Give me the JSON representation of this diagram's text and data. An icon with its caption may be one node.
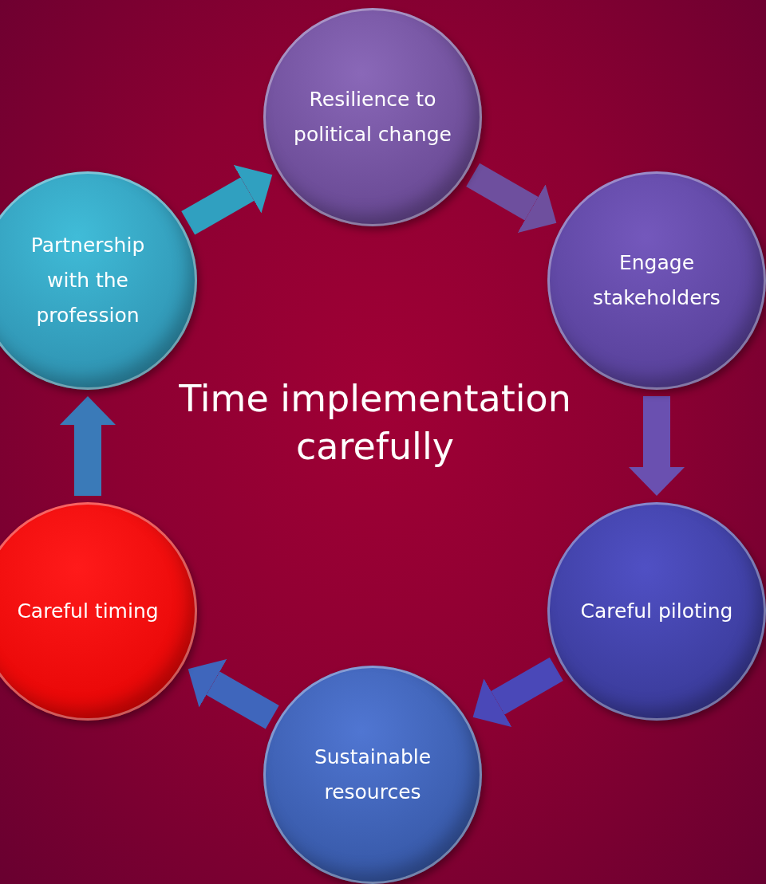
{
  "diagram": {
    "title": "Time implementation carefully",
    "nodes": [
      {
        "text": [
          "Resilience to political change"
        ]
      },
      {
        "text": [
          "Engage stakeholders"
        ]
      },
      {
        "text": [
          "Careful piloting"
        ]
      },
      {
        "text": [
          "Sustainable resources"
        ]
      },
      {
        "text": [
          "Careful timing"
        ]
      },
      {
        "text": [
          "Partnership with the profession"
        ]
      }
    ],
    "edges": [
      {
        "from": 0,
        "to": 1,
        "arrow": "to"
      },
      {
        "from": 1,
        "to": 2,
        "arrow": "to"
      },
      {
        "from": 2,
        "to": 3,
        "arrow": "to"
      },
      {
        "from": 3,
        "to": 4,
        "arrow": "to"
      },
      {
        "from": 4,
        "to": 5,
        "arrow": "to"
      },
      {
        "from": 5,
        "to": 0,
        "arrow": "to"
      }
    ]
  }
}
